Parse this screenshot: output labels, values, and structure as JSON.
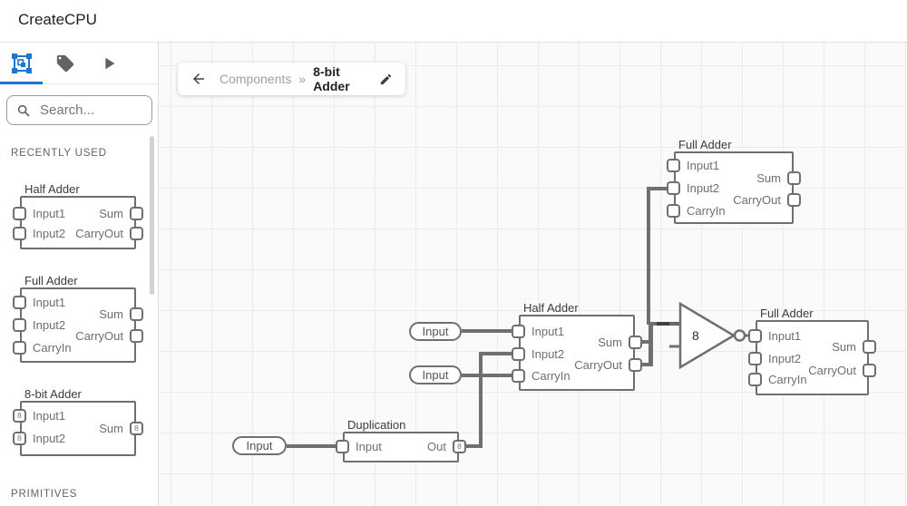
{
  "header": {
    "title": "CreateCPU"
  },
  "sidebar": {
    "tabs": [
      {
        "name": "components",
        "active": true
      },
      {
        "name": "tags",
        "active": false
      },
      {
        "name": "simulate",
        "active": false
      }
    ],
    "search_placeholder": "Search...",
    "recently_used_label": "RECENTLY USED",
    "primitives_label": "PRIMITIVES",
    "previews": [
      {
        "title": "Half Adder",
        "in": [
          "Input1",
          "Input2"
        ],
        "out": [
          "Sum",
          "CarryOut"
        ]
      },
      {
        "title": "Full Adder",
        "in": [
          "Input1",
          "Input2",
          "CarryIn"
        ],
        "out": [
          "Sum",
          "CarryOut"
        ]
      },
      {
        "title": "8-bit Adder",
        "in": [
          "Input1",
          "Input2"
        ],
        "out": [
          "Sum"
        ],
        "bus_width": "8"
      }
    ]
  },
  "breadcrumb": {
    "parent": "Components",
    "separator": "»",
    "current": "8-bit Adder"
  },
  "canvas": {
    "nodes": {
      "full_adder_top": {
        "title": "Full Adder",
        "in": [
          "Input1",
          "Input2",
          "CarryIn"
        ],
        "out": [
          "Sum",
          "CarryOut"
        ]
      },
      "half_adder": {
        "title": "Half Adder",
        "in": [
          "Input1",
          "Input2",
          "CarryIn"
        ],
        "out": [
          "Sum",
          "CarryOut"
        ]
      },
      "full_adder_right": {
        "title": "Full Adder",
        "in": [
          "Input1",
          "Input2",
          "CarryIn"
        ],
        "out": [
          "Sum",
          "CarryOut"
        ]
      },
      "duplication": {
        "title": "Duplication",
        "in": [
          "Input"
        ],
        "out": [
          "Out"
        ],
        "bus_width": "8"
      }
    },
    "gate": {
      "label": "8"
    },
    "input_pills": [
      "Input",
      "Input",
      "Input"
    ]
  },
  "colors": {
    "accent": "#1976d2",
    "wire": "#6f6f6f",
    "node_border": "#6f6f6f",
    "canvas_bg": "#fafafa",
    "grid_line": "#ececec"
  }
}
